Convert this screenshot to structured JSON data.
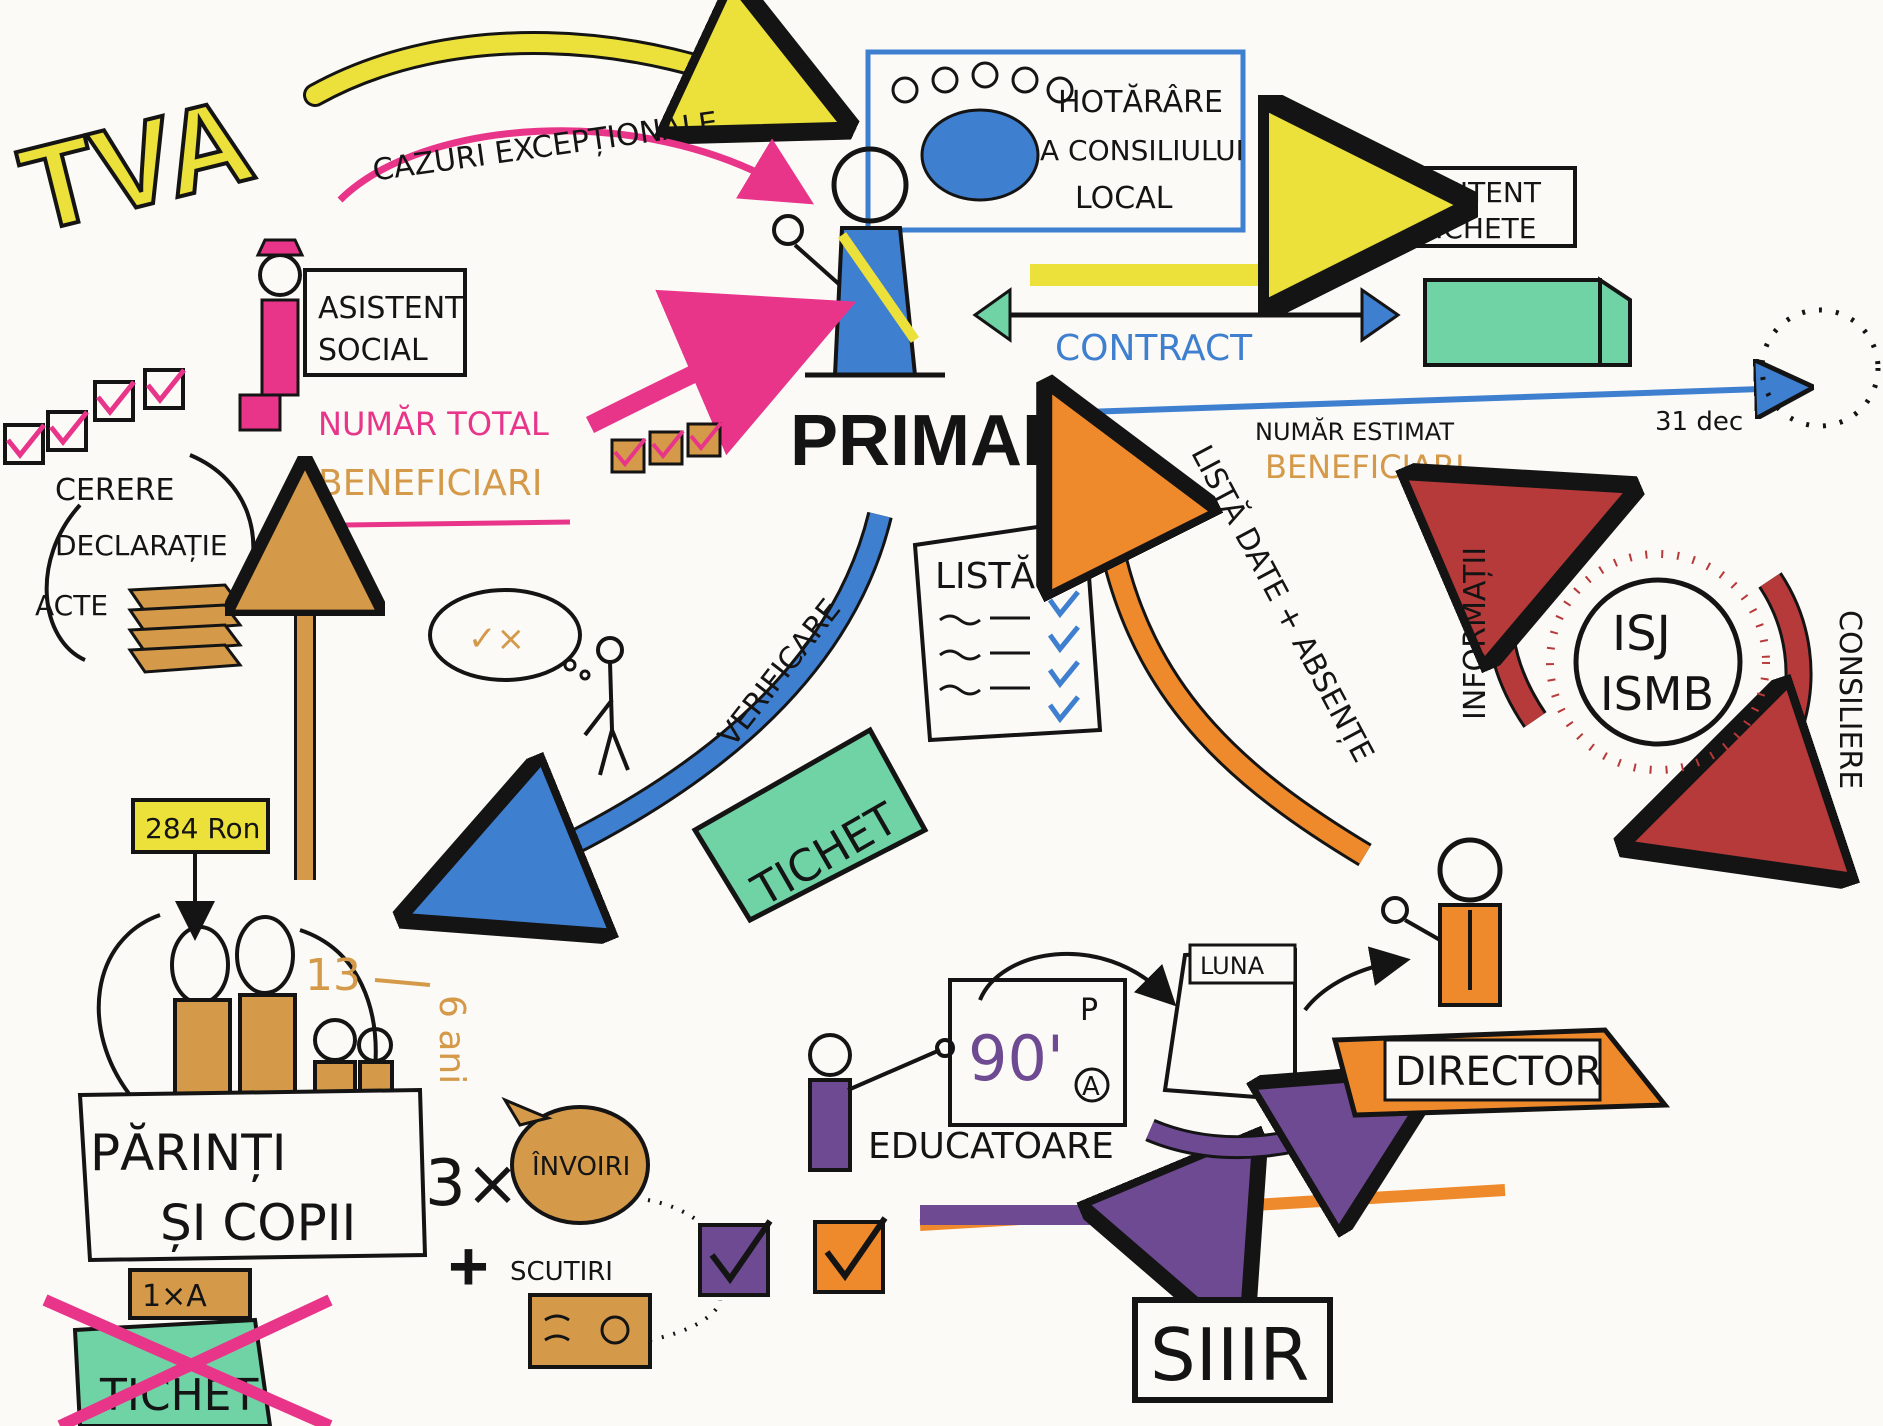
{
  "labels": {
    "tva": "TVA",
    "cazuri": "CAZURI EXCEPȚIONALE",
    "hotarare_1": "HOTĂRÂRE",
    "hotarare_2": "A CONSILIULUI",
    "hotarare_3": "LOCAL",
    "emitent_1": "EMITENT",
    "emitent_2": "TICHETE",
    "asistent_1": "ASISTENT",
    "asistent_2": "SOCIAL",
    "contract": "CONTRACT",
    "numar_total": "NUMĂR TOTAL",
    "beneficiari": "BENEFICIARI",
    "primar": "PRIMAR",
    "numar_estimat": "NUMĂR ESTIMAT",
    "beneficiari_2": "BENEFICIARI",
    "date_31": "31 dec",
    "cerere": "CERERE",
    "declaratie": "DECLARAȚIE",
    "acte": "ACTE",
    "lista": "LISTĂ",
    "verificare": "VERIFICARE",
    "lista_date": "LISTĂ DATE + ABSENȚE",
    "informatii": "INFORMAȚII",
    "consiliere": "CONSILIERE",
    "isj": "ISJ",
    "ismb": "ISMB",
    "tichet": "TICHET",
    "ron": "284 Ron",
    "age_13": "13",
    "age_6": "6 ani",
    "parinti": "PĂRINȚI",
    "si_copii": "ȘI COPII",
    "x3": "3×",
    "invoiri": "ÎNVOIRI",
    "scutiri": "SCUTIRI",
    "plus": "+",
    "one_a": "1×A",
    "tichet_crossed": "TICHET",
    "luna": "LUNA",
    "min90": "90'",
    "p_letter": "P",
    "a_letter": "A",
    "educatoare": "EDUCATOARE",
    "director": "DIRECTOR",
    "siiir": "SIIIR"
  },
  "colors": {
    "pink": "#e8358a",
    "yellow": "#ece03a",
    "blue": "#3f7fd0",
    "orange": "#ef8a2c",
    "brown": "#d49a4a",
    "green": "#6fd3a6",
    "purple": "#6d4a92",
    "darkred": "#b63a3a",
    "ink": "#141414"
  },
  "icons": [
    "stick-figure-icon",
    "checkbox-icon",
    "speech-bubble-icon",
    "document-stack-icon",
    "dotted-circle-icon",
    "thought-cloud-icon"
  ]
}
